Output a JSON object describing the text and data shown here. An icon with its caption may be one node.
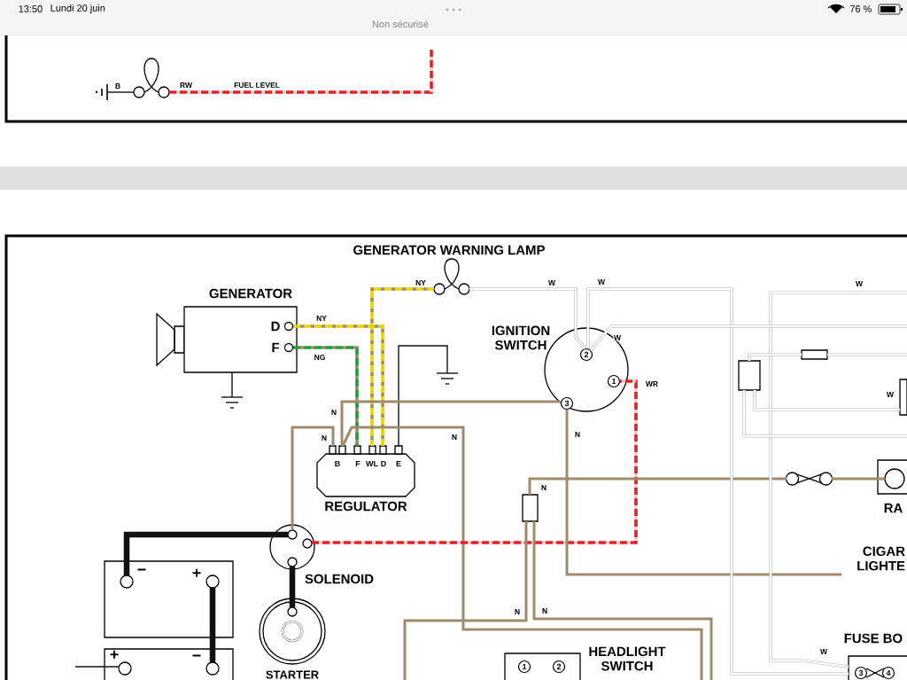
{
  "diagram": {
    "nodes": [
      {
        "text": [],
        "shape": "ground"
      },
      {
        "text": [],
        "shape": "bulb"
      },
      {
        "text": [
          "GENERATOR",
          "D",
          "F"
        ]
      },
      {
        "text": [],
        "shape": "ground"
      },
      {
        "text": [
          "GENERATOR WARNING LAMP"
        ]
      },
      {
        "text": [],
        "shape": "ground"
      },
      {
        "text": [
          "B",
          "F",
          "WL",
          "D",
          "E",
          "REGULATOR"
        ]
      },
      {
        "text": [
          "IGNITION SWITCH",
          "2",
          "1",
          "3"
        ]
      },
      {
        "text": [
          "SOLENOID"
        ]
      },
      {
        "text": [
          "−",
          "+"
        ]
      },
      {
        "text": [
          "+",
          "−"
        ]
      },
      {
        "text": [
          "STARTER"
        ]
      },
      {
        "text": [],
        "shape": "box"
      },
      {
        "text": [
          "1",
          "2",
          "HEADLIGHT SWITCH"
        ]
      },
      {
        "text": [],
        "shape": "box"
      },
      {
        "text": [],
        "shape": "box"
      },
      {
        "text": [],
        "shape": "box"
      },
      {
        "text": [],
        "shape": "fuse"
      },
      {
        "text": [
          "RA"
        ]
      },
      {
        "text": [
          "CIGAR LIGHTE"
        ]
      },
      {
        "text": [
          "FUSE BO",
          "3",
          "4"
        ]
      }
    ],
    "edges": [
      {
        "from": 0,
        "to": 1,
        "arrow": "none",
        "label": "B",
        "color": "#111111"
      },
      {
        "from": 1,
        "to": null,
        "arrow": "none",
        "label": "RW",
        "style": "dashed",
        "color": "#e0202a"
      },
      {
        "from": 2,
        "to": 6,
        "arrow": "none",
        "label": "NY",
        "style": "dashed",
        "color": "#e8d400"
      },
      {
        "from": 2,
        "to": 6,
        "arrow": "none",
        "label": "NG",
        "style": "dashed",
        "color": "#1f9a3c"
      },
      {
        "from": 4,
        "to": 6,
        "arrow": "none",
        "label": "NY",
        "style": "dashed",
        "color": "#e8d400"
      },
      {
        "from": 6,
        "to": 5,
        "arrow": "none",
        "color": "#111111"
      },
      {
        "from": 2,
        "to": 3,
        "arrow": "none",
        "color": "#111111"
      },
      {
        "from": 4,
        "to": 7,
        "arrow": "none",
        "label": "W",
        "color": "#ffffff"
      },
      {
        "from": 6,
        "to": 7,
        "arrow": "none",
        "label": "N",
        "color": "#a08a6c"
      },
      {
        "from": 6,
        "to": null,
        "arrow": "none",
        "label": "N",
        "color": "#a08a6c"
      },
      {
        "from": 8,
        "to": 6,
        "arrow": "none",
        "label": "N",
        "color": "#a08a6c"
      },
      {
        "from": 8,
        "to": 9,
        "arrow": "none",
        "style": "thick",
        "color": "#111111"
      },
      {
        "from": 9,
        "to": 10,
        "arrow": "none",
        "style": "thick",
        "color": "#111111"
      },
      {
        "from": 8,
        "to": 11,
        "arrow": "none",
        "style": "thick",
        "color": "#111111"
      },
      {
        "from": 8,
        "to": 7,
        "arrow": "none",
        "label": "WR",
        "style": "dashed",
        "color": "#e0202a"
      },
      {
        "from": 7,
        "to": 19,
        "arrow": "none",
        "label": "N",
        "color": "#a08a6c"
      },
      {
        "from": 12,
        "to": 17,
        "arrow": "none",
        "label": "N",
        "color": "#a08a6c"
      },
      {
        "from": 17,
        "to": 18,
        "arrow": "none",
        "color": "#a08a6c"
      },
      {
        "from": 12,
        "to": null,
        "arrow": "none",
        "label": "N",
        "color": "#a08a6c"
      },
      {
        "from": 12,
        "to": null,
        "arrow": "none",
        "label": "N",
        "color": "#a08a6c"
      },
      {
        "from": 7,
        "to": 20,
        "arrow": "none",
        "label": "W",
        "color": "#ffffff"
      },
      {
        "from": null,
        "to": 20,
        "arrow": "none",
        "label": "W",
        "color": "#ffffff"
      },
      {
        "from": 7,
        "to": null,
        "arrow": "none",
        "label": "W",
        "color": "#ffffff"
      },
      {
        "from": 14,
        "to": 15,
        "arrow": "none",
        "color": "#ffffff"
      },
      {
        "from": 15,
        "to": null,
        "arrow": "none",
        "color": "#ffffff"
      },
      {
        "from": 14,
        "to": 16,
        "arrow": "none",
        "label": "W",
        "color": "#ffffff"
      },
      {
        "from": 14,
        "to": null,
        "arrow": "none",
        "color": "#ffffff"
      },
      {
        "from": null,
        "to": 10,
        "arrow": "none",
        "color": "#111111"
      }
    ],
    "labels": [
      "13:50",
      "Lundi 20 juin",
      "Non sécurisé",
      "76 %",
      "FUEL LEVEL",
      "W"
    ]
  }
}
